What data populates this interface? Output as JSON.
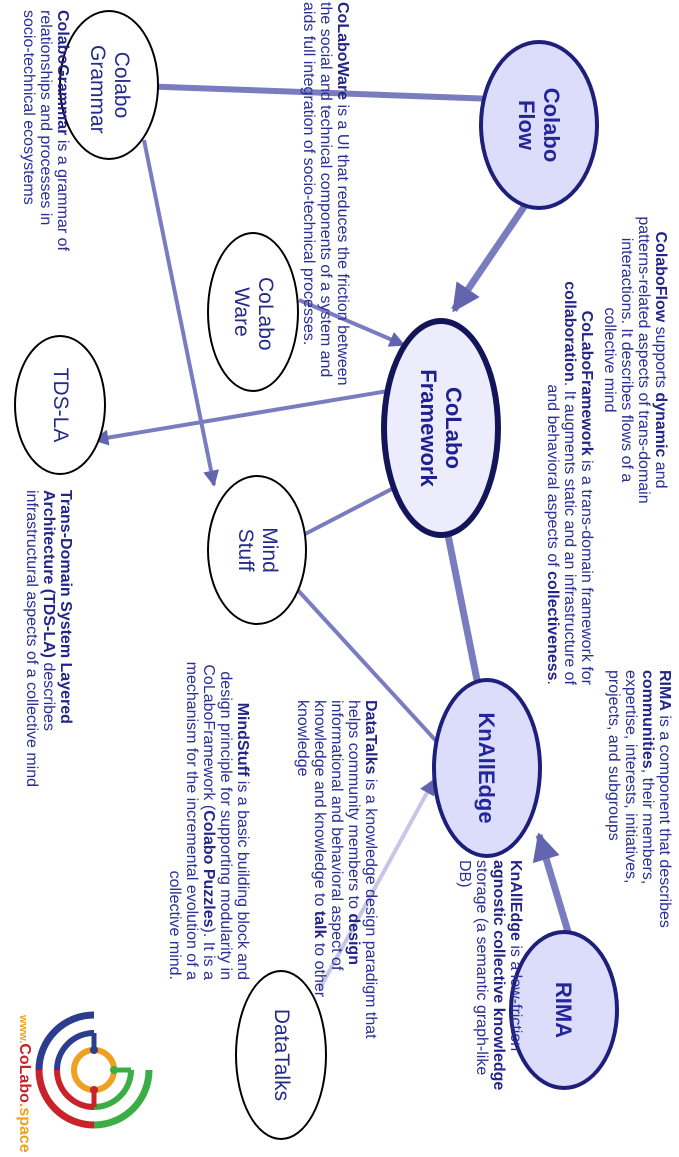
{
  "nodes": {
    "colabo_grammar": "Colabo Grammar",
    "colabo_flow": "Colabo Flow",
    "colabo_ware": "CoLabo Ware",
    "colabo_framework": "CoLabo Framework",
    "tds_la": "TDS-LA",
    "mind_stuff": "Mind Stuff",
    "knalledge": "KnAllEdge",
    "rima": "RIMA",
    "datatalks": "DataTalks"
  },
  "descriptions": {
    "colabo_grammar": {
      "term": "ColaboGrammar",
      "text": " is a grammar of relationships and processes in socio-technical ecosystems"
    },
    "colabo_ware": {
      "term": "CoLaboWare",
      "text": " is a UI that reduces the friction between the social and technical components of a system and aids full integration of socio-technical processes."
    },
    "colabo_flow": {
      "term": "ColaboFlow",
      "t1": " supports ",
      "b1": "dynamic",
      "t2": " and patterns-related aspects of trans-domain interactions. It describes flows of a collective mind"
    },
    "colabo_framework": {
      "term": "CoLaboFramework",
      "t1": " is a trans-domain framework for ",
      "b1": "collaboration",
      "t2": ". It augments static and an infrastructure of ",
      "t3": "and behavioral aspects of ",
      "b2": "collectiveness",
      "t4": "."
    },
    "tds_la": {
      "term": "Trans-Domain System Layered Architecture (TDS-LA)",
      "text": " describes infrastructural aspects of a collective mind"
    },
    "mind_stuff": {
      "term": "MindStuff",
      "t1": " is a basic building block and design principle for supporting modularity in CoLaboFramework (",
      "b1": "Colabo Puzzles",
      "t2": "). It is a mechanism for the incremental evolution of a collective mind."
    },
    "datatalks": {
      "term": "DataTalks",
      "t1": " is a knowledge design paradigm that helps community members to ",
      "b1": "design",
      "t2": " informational and behavioral aspect of knowledge and knowledge to ",
      "b2": "talk",
      "t3": " to other knowledge"
    },
    "rima": {
      "term": "RIMA",
      "t1": " is a component that describes ",
      "b1": "communities",
      "t2": ", their members, expertise, interests, initiatives, projects, and subgroups"
    },
    "knalledge": {
      "term": "KnAllEdge",
      "t1": " is a low-friction ",
      "b1": "agnostic collective knowledge",
      "t2": " storage (a semantic graph-like DB)"
    }
  },
  "logo": {
    "prefix": "www.",
    "brand": "CoLabo",
    "suffix": ".space"
  },
  "colors": {
    "edge": "#7a7cc0",
    "edge_dark": "#6264b0",
    "text": "#2a2f96",
    "hub_fill": "#dcdcfb",
    "logo_green": "#3aae44",
    "logo_red": "#c8222a",
    "logo_blue": "#2b3d8c",
    "logo_orange": "#f0a020"
  }
}
